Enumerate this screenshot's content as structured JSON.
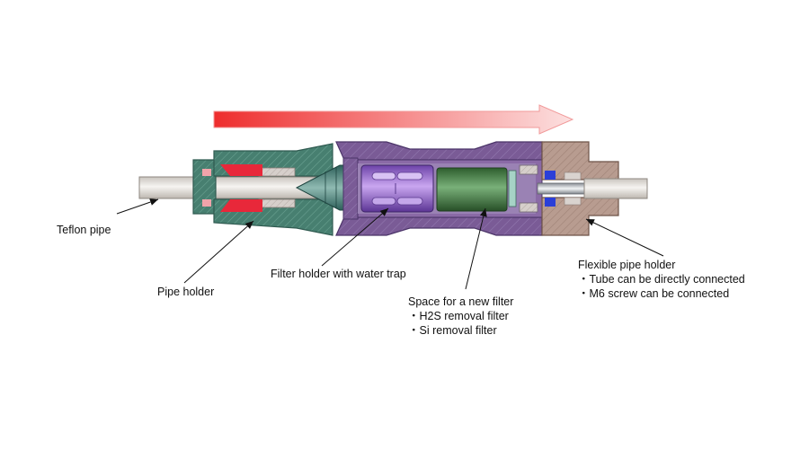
{
  "labels": {
    "teflon_pipe": "Teflon pipe",
    "pipe_holder": "Pipe holder",
    "filter_holder": "Filter holder with water trap",
    "space_filter": {
      "title": "Space for a new filter",
      "items": [
        "・H2S removal filter",
        "・Si removal filter"
      ]
    },
    "flexible_holder": {
      "title": "Flexible pipe holder",
      "items": [
        "・Tube can be directly connected",
        "・M6 screw can be connected"
      ]
    }
  },
  "colors": {
    "flow_arrow_start": "#f03a3a",
    "flow_arrow_end": "#fbd9d9",
    "pipe_holder_body": "#3f7f6c",
    "filter_housing": "#6b4f8f",
    "filter_cartridge": "#9b6fd0",
    "new_filter": "#4f8a4f",
    "flexible_holder_body": "#b59a8e",
    "red_seal": "#e8283a",
    "blue_seal": "#2b3fd8",
    "teflon_pipe": "#e6e3df"
  },
  "icons": [
    "flow-direction-arrow"
  ]
}
